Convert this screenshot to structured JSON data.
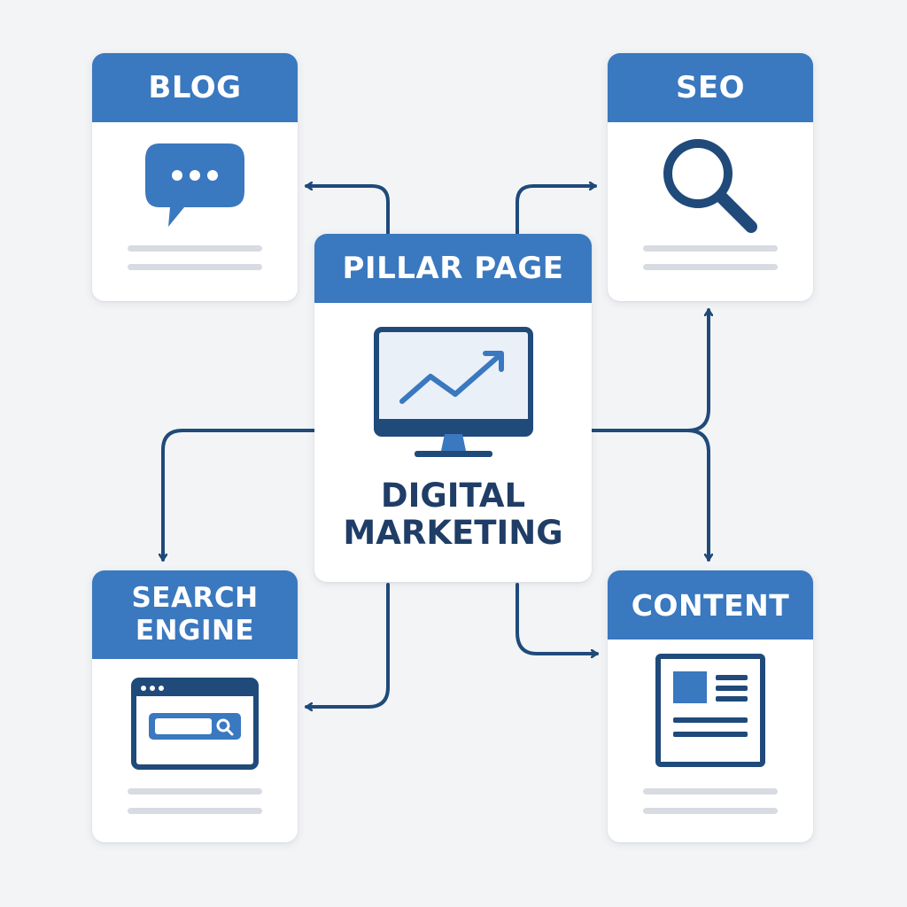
{
  "colors": {
    "accent": "#3a78bf",
    "dark": "#1f4a7a",
    "line_gray": "#d8dbe1",
    "background": "#f3f4f6"
  },
  "cards": {
    "blog": {
      "title": "BLOG",
      "icon": "chat-bubble-icon"
    },
    "seo": {
      "title": "SEO",
      "icon": "magnifying-glass-icon"
    },
    "pillar": {
      "title": "PILLAR PAGE",
      "icon": "monitor-chart-icon",
      "subtitle_line1": "DIGITAL",
      "subtitle_line2": "MARKETING"
    },
    "search_engine": {
      "title_line1": "SEARCH",
      "title_line2": "ENGINE",
      "icon": "browser-search-icon"
    },
    "content": {
      "title": "CONTENT",
      "icon": "document-icon"
    }
  }
}
